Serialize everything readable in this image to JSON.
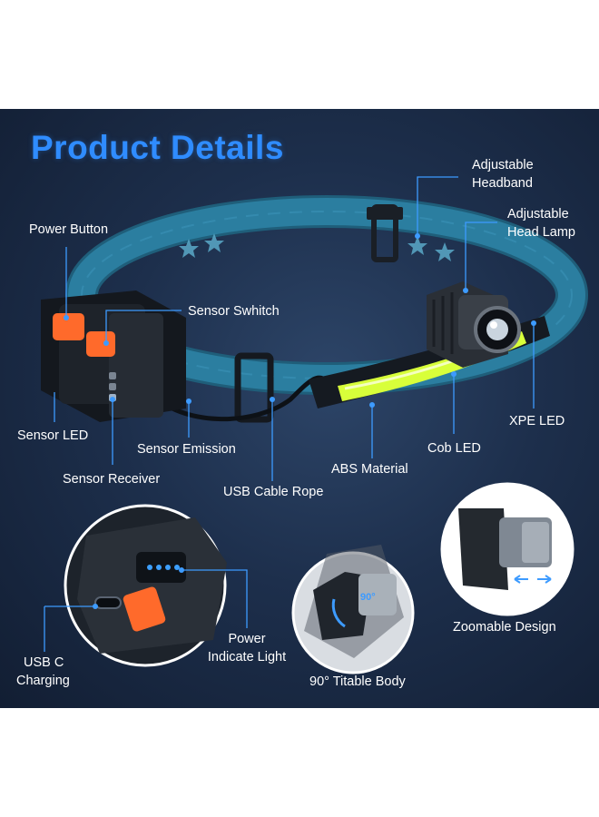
{
  "title": "Product Details",
  "labels": {
    "adjustable_headband": [
      "Adjustable",
      "Headband"
    ],
    "adjustable_head_lamp": [
      "Adjustable",
      "Head Lamp"
    ],
    "power_button": "Power Button",
    "sensor_switch": "Sensor Swhitch",
    "sensor_led": "Sensor LED",
    "sensor_emission": "Sensor Emission",
    "sensor_receiver": "Sensor Receiver",
    "usb_cable_rope": "USB Cable Rope",
    "abs_material": "ABS Material",
    "cob_led": "Cob LED",
    "xpe_led": "XPE LED",
    "usb_c_charging": [
      "USB C",
      "Charging"
    ],
    "power_indicate_light": [
      "Power",
      "Indicate Light"
    ],
    "titable_body": "90° Titable Body",
    "zoomable_design": "Zoomable Design",
    "angle_badge": "90°"
  },
  "colors": {
    "accent": "#3d9bff",
    "title": "#2f8cff",
    "button_orange": "#ff6a2b",
    "cob_led": "#d8ff3a",
    "strap": "#2b7ea0"
  }
}
